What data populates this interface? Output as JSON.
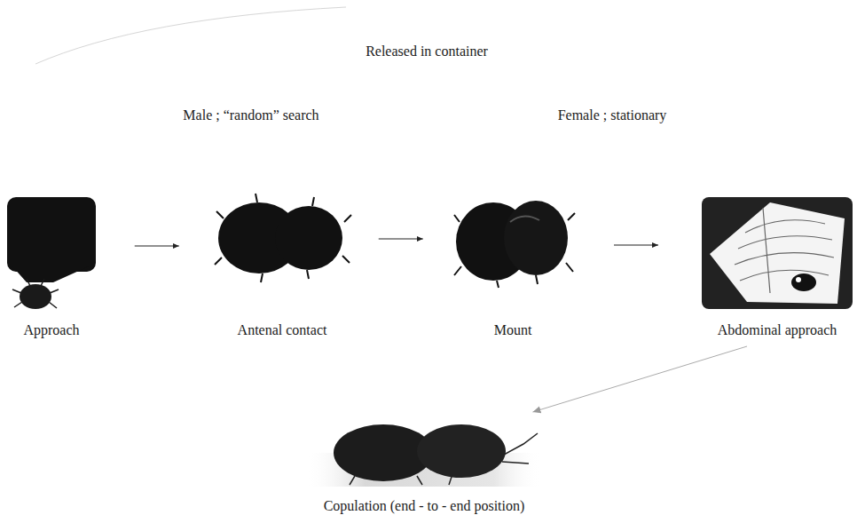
{
  "diagram": {
    "nodes": [
      {
        "text": [
          "Approach"
        ]
      },
      {
        "text": [
          "Antenal contact"
        ]
      },
      {
        "text": [
          "Mount"
        ]
      },
      {
        "text": [
          "Abdominal approach"
        ]
      },
      {
        "text": [
          "Copulation (end - to - end position)"
        ]
      }
    ],
    "edges": [
      {
        "from": 0,
        "to": 1,
        "arrow": "to"
      },
      {
        "from": 1,
        "to": 2,
        "arrow": "to"
      },
      {
        "from": 2,
        "to": 3,
        "arrow": "to"
      },
      {
        "from": 3,
        "to": 4,
        "arrow": "to"
      }
    ],
    "labels": [
      "Released in container",
      "Male ; “random” search",
      "Female ; stationary"
    ]
  }
}
